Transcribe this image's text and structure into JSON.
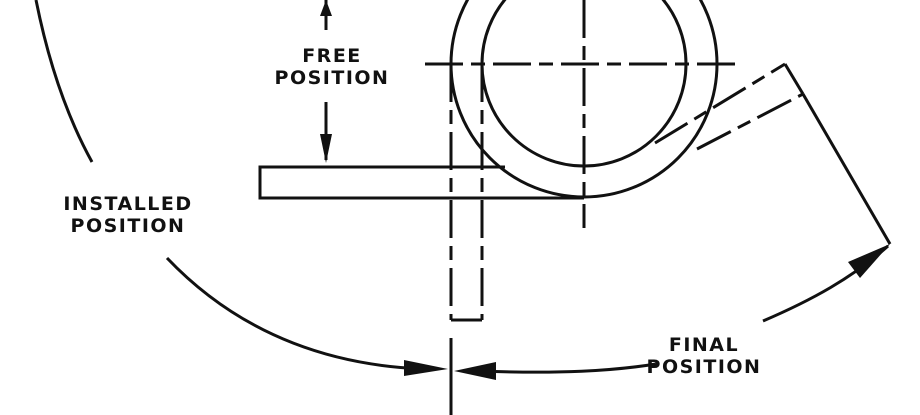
{
  "labels": {
    "free": [
      "FREE",
      "POSITION"
    ],
    "installed": [
      "INSTALLED",
      "POSITION"
    ],
    "final": [
      "FINAL",
      "POSITION"
    ]
  },
  "colors": {
    "line": "#111111",
    "background": "#ffffff"
  }
}
